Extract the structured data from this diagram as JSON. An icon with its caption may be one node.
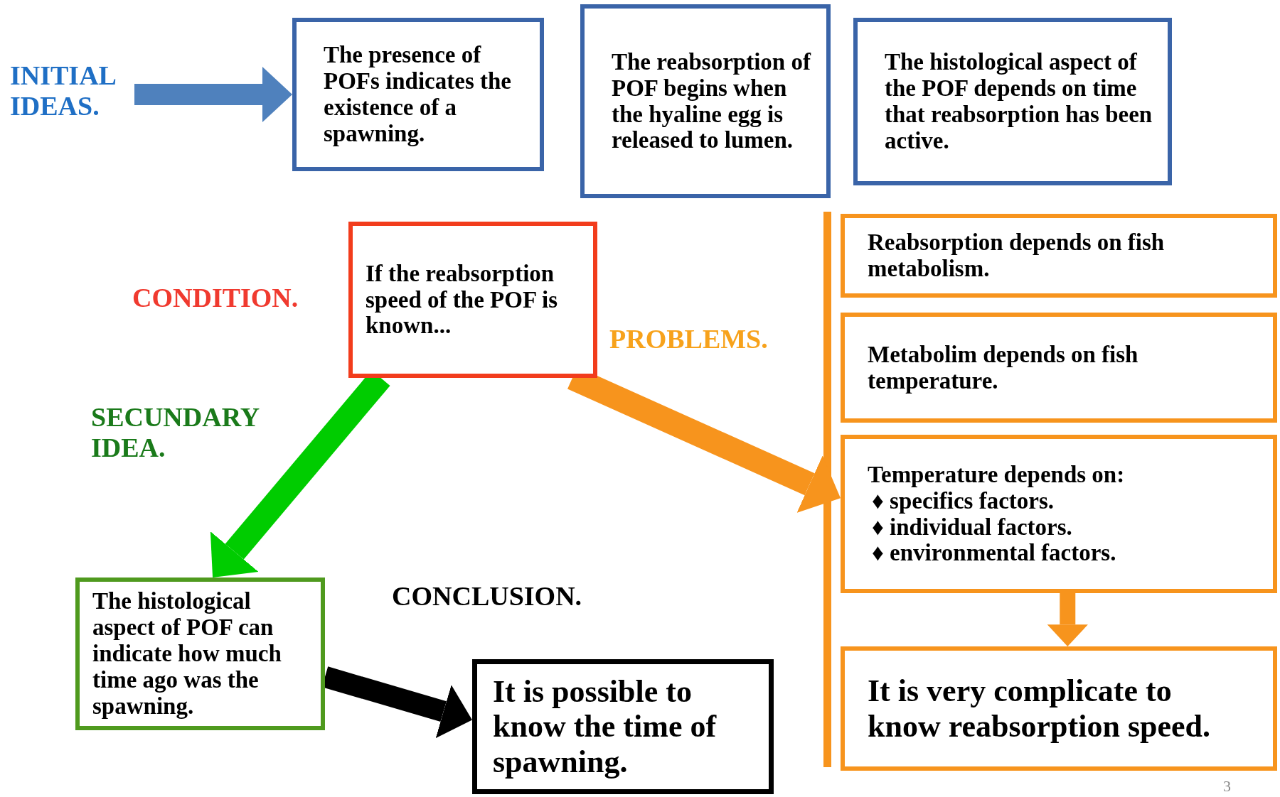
{
  "diagram": {
    "nodes": [
      {
        "text": [
          "INITIAL IDEAS."
        ]
      },
      {
        "text": [
          "The presence of POFs indicates the existence of a spawning."
        ]
      },
      {
        "text": [
          "The reabsorption of POF begins when the hyaline egg is released to lumen."
        ]
      },
      {
        "text": [
          "The histological aspect of the POF depends on time that reabsorption has been active."
        ]
      },
      {
        "text": [
          "If the reabsorption speed of the POF is known..."
        ]
      },
      {
        "text": [
          "The histological aspect of POF can indicate how much time ago was the spawning."
        ]
      },
      {
        "text": [
          "It is possible to know the time of spawning."
        ]
      },
      {
        "text": [
          "Reabsorption depends on fish metabolism."
        ]
      },
      {
        "text": [
          "Metabolim depends on fish temperature."
        ]
      },
      {
        "text": [
          "Temperature depends on:",
          "♦ specifics factors.",
          "♦ individual factors.",
          "♦ environmental factors."
        ]
      },
      {
        "text": [
          "It is very complicate to know reabsorption speed."
        ]
      }
    ],
    "edges": [
      {
        "from": 0,
        "to": 1,
        "arrow": "to",
        "color": "#4f81bd"
      },
      {
        "from": 4,
        "to": 5,
        "arrow": "to",
        "color": "#00cc00"
      },
      {
        "from": 4,
        "to": 9,
        "arrow": "to",
        "color": "#f7941d"
      },
      {
        "from": 5,
        "to": 6,
        "arrow": "to",
        "color": "#000000"
      },
      {
        "from": 9,
        "to": 10,
        "arrow": "to",
        "color": "#f7941d"
      }
    ],
    "labels": [
      "CONDITION.",
      "SECUNDARY IDEA.",
      "PROBLEMS.",
      "CONCLUSION.",
      "3"
    ]
  }
}
